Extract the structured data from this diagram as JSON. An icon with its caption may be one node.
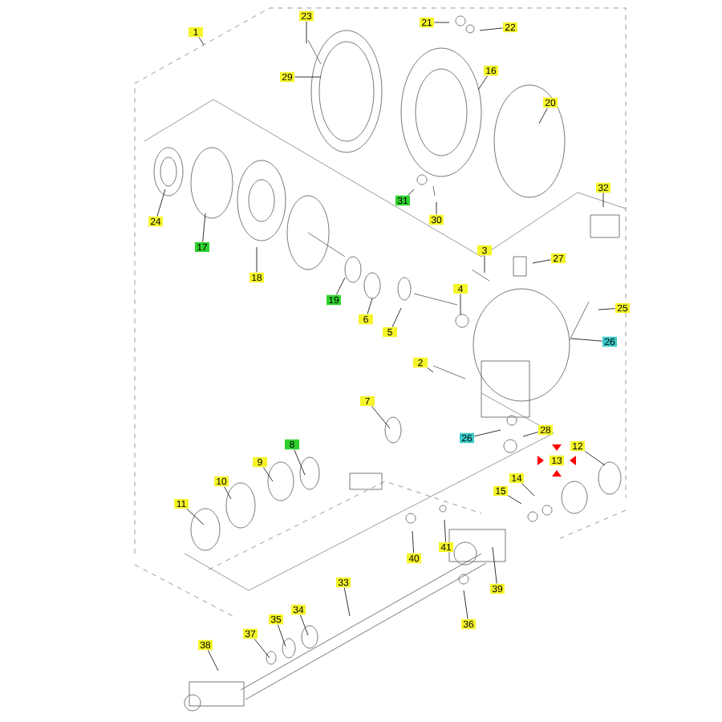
{
  "diagram": {
    "nodes": [
      {
        "text": [
          "1"
        ]
      },
      {
        "text": [
          "23"
        ]
      },
      {
        "text": [
          "29"
        ]
      },
      {
        "text": [
          "21"
        ]
      },
      {
        "text": [
          "22"
        ]
      },
      {
        "text": [
          "16"
        ]
      },
      {
        "text": [
          "20"
        ]
      },
      {
        "text": [
          "31"
        ]
      },
      {
        "text": [
          "30"
        ]
      },
      {
        "text": [
          "32"
        ]
      },
      {
        "text": [
          "24"
        ]
      },
      {
        "text": [
          "17"
        ]
      },
      {
        "text": [
          "18"
        ]
      },
      {
        "text": [
          "3"
        ]
      },
      {
        "text": [
          "27"
        ]
      },
      {
        "text": [
          "4"
        ]
      },
      {
        "text": [
          "19"
        ]
      },
      {
        "text": [
          "6"
        ]
      },
      {
        "text": [
          "5"
        ]
      },
      {
        "text": [
          "25"
        ]
      },
      {
        "text": [
          "26"
        ]
      },
      {
        "text": [
          "2"
        ]
      },
      {
        "text": [
          "7"
        ]
      },
      {
        "text": [
          "26"
        ]
      },
      {
        "text": [
          "8"
        ]
      },
      {
        "text": [
          "28"
        ]
      },
      {
        "text": [
          "12"
        ]
      },
      {
        "text": [
          "9"
        ]
      },
      {
        "text": [
          "13"
        ]
      },
      {
        "text": [
          "10"
        ]
      },
      {
        "text": [
          "14"
        ]
      },
      {
        "text": [
          "15"
        ]
      },
      {
        "text": [
          "11"
        ]
      },
      {
        "text": [
          "41"
        ]
      },
      {
        "text": [
          "40"
        ]
      },
      {
        "text": [
          "33"
        ]
      },
      {
        "text": [
          "39"
        ]
      },
      {
        "text": [
          "34"
        ]
      },
      {
        "text": [
          "35"
        ]
      },
      {
        "text": [
          "36"
        ]
      },
      {
        "text": [
          "37"
        ]
      },
      {
        "text": [
          "38"
        ]
      }
    ],
    "edges": [
      {
        "from": 0,
        "to": null,
        "arrow": "none"
      },
      {
        "from": 1,
        "to": null,
        "arrow": "none"
      },
      {
        "from": 2,
        "to": null,
        "arrow": "none"
      },
      {
        "from": 3,
        "to": null,
        "arrow": "none"
      },
      {
        "from": 4,
        "to": null,
        "arrow": "none"
      },
      {
        "from": 5,
        "to": null,
        "arrow": "none"
      },
      {
        "from": 6,
        "to": null,
        "arrow": "none"
      },
      {
        "from": 7,
        "to": null,
        "arrow": "none"
      },
      {
        "from": 8,
        "to": null,
        "arrow": "none"
      },
      {
        "from": 9,
        "to": null,
        "arrow": "none"
      },
      {
        "from": 10,
        "to": null,
        "arrow": "none"
      },
      {
        "from": 11,
        "to": null,
        "arrow": "none"
      },
      {
        "from": 12,
        "to": null,
        "arrow": "none"
      },
      {
        "from": 13,
        "to": null,
        "arrow": "none"
      },
      {
        "from": 14,
        "to": null,
        "arrow": "none"
      },
      {
        "from": 15,
        "to": null,
        "arrow": "none"
      },
      {
        "from": 16,
        "to": null,
        "arrow": "none"
      },
      {
        "from": 17,
        "to": null,
        "arrow": "none"
      },
      {
        "from": 18,
        "to": null,
        "arrow": "none"
      },
      {
        "from": 19,
        "to": null,
        "arrow": "none"
      },
      {
        "from": 20,
        "to": null,
        "arrow": "none"
      },
      {
        "from": 21,
        "to": null,
        "arrow": "none"
      },
      {
        "from": 22,
        "to": null,
        "arrow": "none"
      },
      {
        "from": 23,
        "to": null,
        "arrow": "none"
      },
      {
        "from": 24,
        "to": null,
        "arrow": "none"
      },
      {
        "from": 25,
        "to": null,
        "arrow": "none"
      },
      {
        "from": 26,
        "to": null,
        "arrow": "none"
      },
      {
        "from": 27,
        "to": null,
        "arrow": "none"
      },
      {
        "from": 29,
        "to": null,
        "arrow": "none"
      },
      {
        "from": 30,
        "to": null,
        "arrow": "none"
      },
      {
        "from": 31,
        "to": null,
        "arrow": "none"
      },
      {
        "from": 32,
        "to": null,
        "arrow": "none"
      },
      {
        "from": 33,
        "to": null,
        "arrow": "none"
      },
      {
        "from": 34,
        "to": null,
        "arrow": "none"
      },
      {
        "from": 35,
        "to": null,
        "arrow": "none"
      },
      {
        "from": 36,
        "to": null,
        "arrow": "none"
      },
      {
        "from": 37,
        "to": null,
        "arrow": "none"
      },
      {
        "from": 38,
        "to": null,
        "arrow": "none"
      },
      {
        "from": 39,
        "to": null,
        "arrow": "none"
      },
      {
        "from": 40,
        "to": null,
        "arrow": "none"
      },
      {
        "from": 41,
        "to": null,
        "arrow": "none"
      }
    ]
  }
}
